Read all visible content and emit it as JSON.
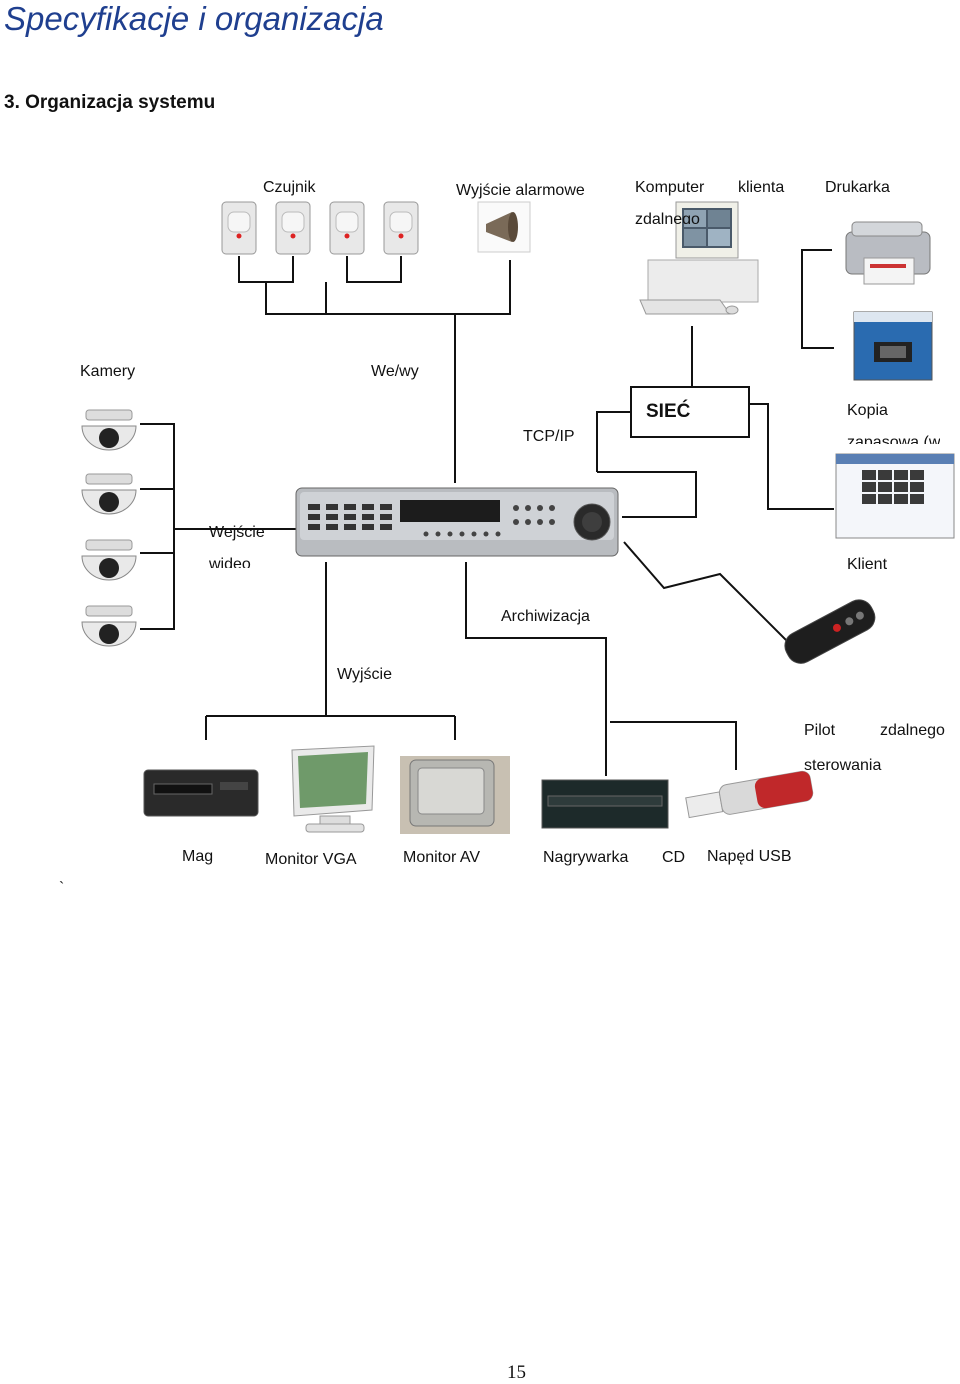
{
  "header": {
    "title": "Specyfikacje i organizacja",
    "section": "3.   Organizacja systemu"
  },
  "labels": {
    "sensor": "Czujnik",
    "alarm_output": "Wyjście alarmowe",
    "remote_pc_a": "Komputer",
    "remote_pc_b": "klienta",
    "remote_pc_c": "zdalnego",
    "printer": "Drukarka",
    "cameras": "Kamery",
    "io": "We/wy",
    "tcpip": "TCP/IP",
    "network": "SIEĆ",
    "backup_a": "Kopia",
    "backup_b": "zapasowa (w",
    "video_in_a": "Wejście",
    "video_in_b": "wideo",
    "client": "Klient",
    "archive": "Archiwizacja",
    "output": "Wyjście",
    "remote_a": "Pilot",
    "remote_b": "zdalnego",
    "remote_c": "sterowania",
    "vcr": "Mag",
    "monitor_vga": "Monitor VGA",
    "monitor_av": "Monitor AV",
    "burner_a": "Nagrywarka",
    "burner_b": "CD",
    "usb": "Napęd USB"
  },
  "stray_mark": "`",
  "page_number": "15",
  "colors": {
    "title": "#1f3f8f",
    "line": "#111111"
  }
}
